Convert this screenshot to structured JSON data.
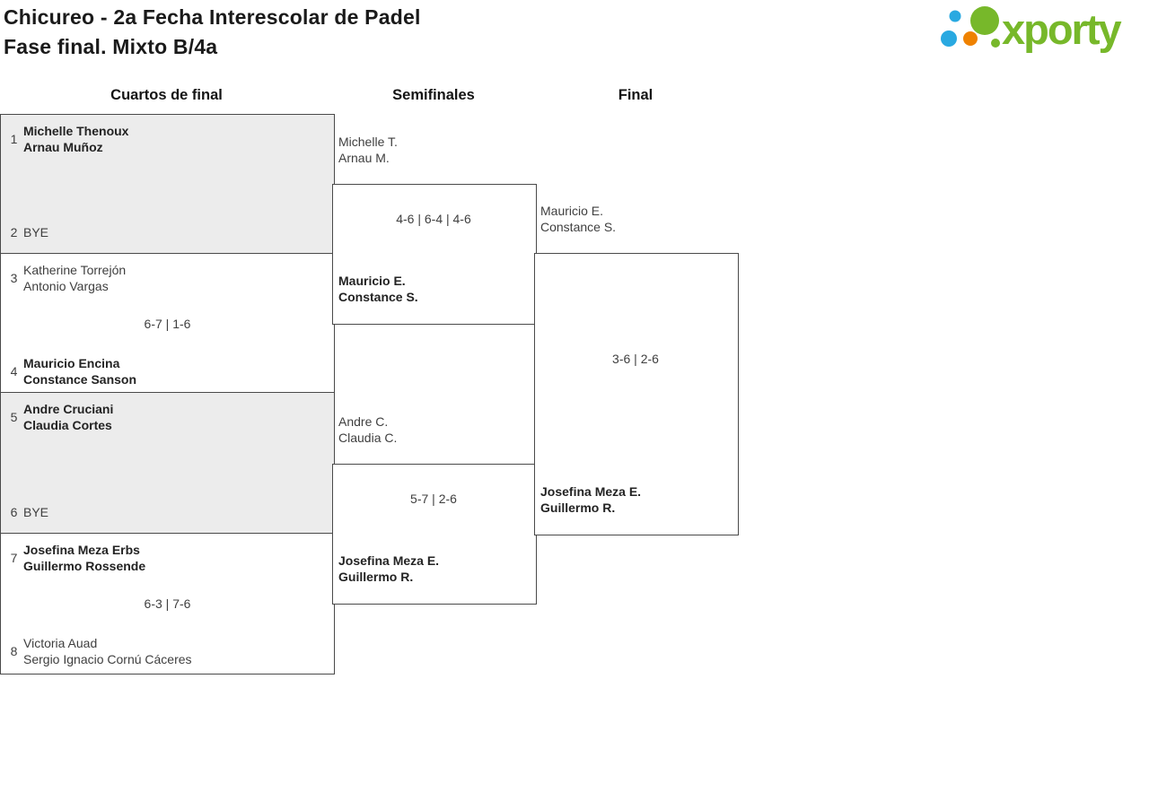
{
  "header": {
    "title_line1": "Chicureo - 2a Fecha Interescolar de Padel",
    "title_line2": "Fase final. Mixto B/4a"
  },
  "logo": {
    "text": "xporty"
  },
  "rounds": {
    "quarterfinals": "Cuartos de final",
    "semifinals": "Semifinales",
    "final": "Final"
  },
  "colors": {
    "logo_green": "#77b82a",
    "logo_blue": "#29a9e1",
    "logo_orange": "#ef8200",
    "bye_match_bg": "#ececec",
    "bracket_line": "#4a4a4a"
  },
  "quarterfinals": [
    {
      "seed_top": "1",
      "team_top": [
        "Michelle Thenoux",
        "Arnau Muñoz"
      ],
      "seed_bottom": "2",
      "team_bottom": [
        "BYE"
      ],
      "score": ""
    },
    {
      "seed_top": "3",
      "team_top": [
        "Katherine Torrejón",
        "Antonio Vargas"
      ],
      "seed_bottom": "4",
      "team_bottom": [
        "Mauricio Encina",
        "Constance Sanson"
      ],
      "score": "6-7 | 1-6"
    },
    {
      "seed_top": "5",
      "team_top": [
        "Andre Cruciani",
        "Claudia Cortes"
      ],
      "seed_bottom": "6",
      "team_bottom": [
        "BYE"
      ],
      "score": ""
    },
    {
      "seed_top": "7",
      "team_top": [
        "Josefina Meza Erbs",
        "Guillermo Rossende"
      ],
      "seed_bottom": "8",
      "team_bottom": [
        "Victoria Auad",
        "Sergio Ignacio Cornú Cáceres"
      ],
      "score": "6-3 | 7-6"
    }
  ],
  "semifinals": [
    {
      "team_top": [
        "Michelle T.",
        "Arnau M."
      ],
      "team_bottom": [
        "Mauricio E.",
        "Constance S."
      ],
      "score": "4-6 | 6-4 | 4-6"
    },
    {
      "team_top": [
        "Andre C.",
        "Claudia C."
      ],
      "team_bottom": [
        "Josefina Meza E.",
        "Guillermo R."
      ],
      "score": "5-7 | 2-6"
    }
  ],
  "final": {
    "team_top": [
      "Mauricio E.",
      "Constance S."
    ],
    "team_bottom": [
      "Josefina Meza E.",
      "Guillermo R."
    ],
    "score": "3-6 | 2-6"
  }
}
